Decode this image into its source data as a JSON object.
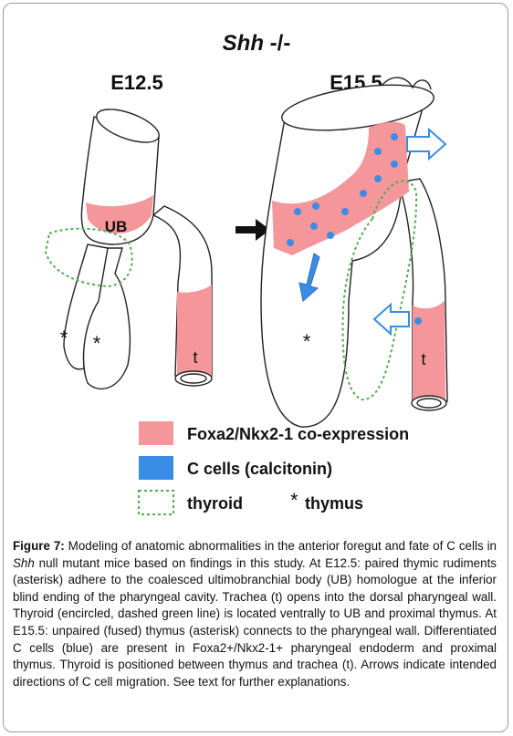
{
  "figure": {
    "title_gene": "Shh",
    "title_genotype": " -/-",
    "stage_left": "E12.5",
    "stage_right": "E15.5",
    "labels": {
      "ub": "UB",
      "asterisk": "*",
      "trachea": "t"
    },
    "legend": [
      {
        "label": "Foxa2/Nkx2-1 co-expression",
        "color": "#f4969a"
      },
      {
        "label": "C cells (calcitonin)",
        "color": "#3a8de6"
      },
      {
        "label": "thyroid",
        "color": "#4caf50"
      },
      {
        "label": "thymus",
        "marker": "*"
      }
    ]
  },
  "caption": {
    "lead": "Figure 7:",
    "p1": " Modeling of anatomic abnormalities in the anterior foregut and fate of C cells in ",
    "gene": "Shh",
    "p2": " null mutant mice based on findings in this study. At E12.5: paired thymic rudiments (asterisk) adhere to the coalesced ultimobranchial body (UB) homologue at the inferior blind ending of the pharyngeal cavity. Trachea (t) opens into the dorsal pharyngeal wall. Thyroid (encircled, dashed green line) is located ventrally to UB and proximal thymus. At E15.5: unpaired (fused) thymus (asterisk) connects to the pharyngeal wall. Differentiated C cells (blue) are present in Foxa2+/Nkx2-1+ pharyngeal endoderm and proximal thymus. Thyroid is positioned between thymus and trachea (t). Arrows indicate intended directions of C cell migration. See text for further explanations."
  }
}
